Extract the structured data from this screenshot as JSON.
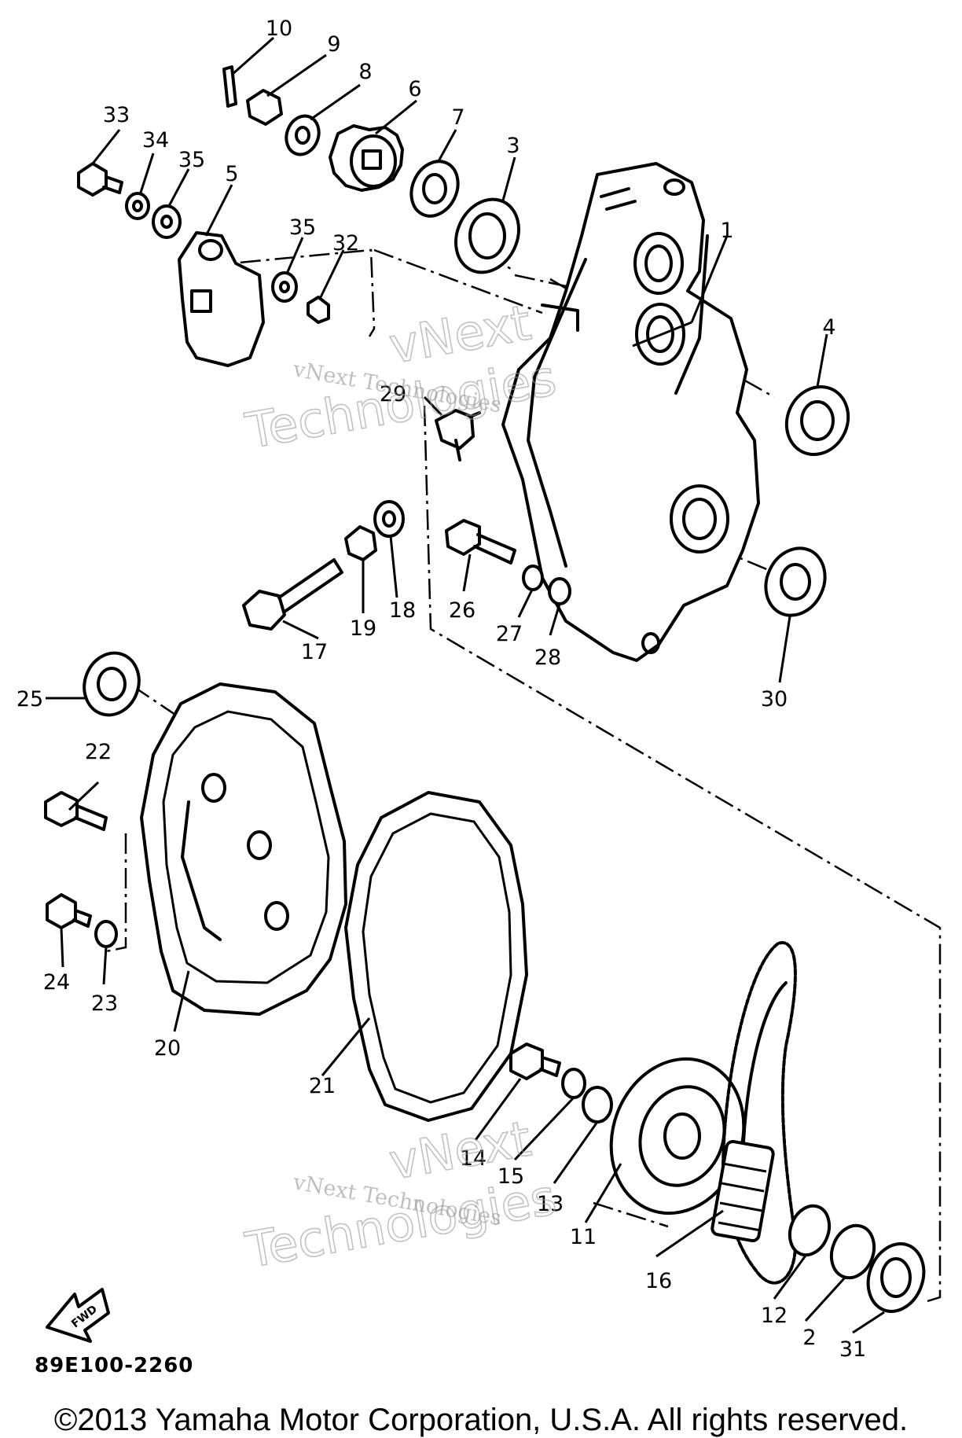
{
  "drawing_code": "89E100-2260",
  "copyright": "©2013 Yamaha Motor Corporation, U.S.A. All rights reserved.",
  "watermark": {
    "line_serif": "vNext Technologies",
    "outline_top": "vNext",
    "outline_bottom": "Technologies"
  },
  "direction_arrow_label": "FWD",
  "part_numbers": [
    "1",
    "2",
    "3",
    "4",
    "5",
    "6",
    "7",
    "8",
    "9",
    "10",
    "11",
    "12",
    "13",
    "14",
    "15",
    "16",
    "17",
    "18",
    "19",
    "20",
    "21",
    "22",
    "23",
    "24",
    "25",
    "26",
    "27",
    "28",
    "29",
    "30",
    "31",
    "32",
    "33",
    "34",
    "35",
    "35"
  ]
}
